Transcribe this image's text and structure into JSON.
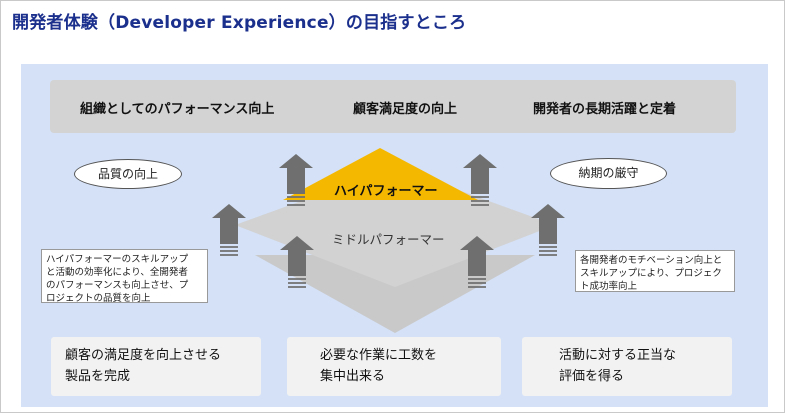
{
  "title": "開発者体験（Developer Experience）の目指すところ",
  "goals": [
    "組織としてのパフォーマンス向上",
    "顧客満足度の向上",
    "開発者の長期活躍と定着"
  ],
  "ovals": {
    "left": "品質の向上",
    "right": "納期の厳守"
  },
  "pyramid": {
    "high": "ハイパフォーマー",
    "middle": "ミドルパフォーマー"
  },
  "notes": {
    "left": [
      "ハイパフォーマーのスキルアップ",
      "と活動の効率化により、全開発者",
      "のパフォーマンスも向上させ、プ",
      "ロジェクトの品質を向上"
    ],
    "right": [
      "各開発者のモチベーション向上と",
      "スキルアップにより、プロジェク",
      "ト成功率向上"
    ]
  },
  "bottom": [
    [
      "顧客の満足度を向上させる",
      "製品を完成"
    ],
    [
      "必要な作業に工数を",
      "集中出来る"
    ],
    [
      "活動に対する正当な",
      "評価を得る"
    ]
  ],
  "colors": {
    "title": "#1b2f8c",
    "background": "#d4e1f7",
    "high_performer": "#f5b800",
    "middle_performer": "#d0d0d0",
    "arrow": "#6f6f6f"
  }
}
